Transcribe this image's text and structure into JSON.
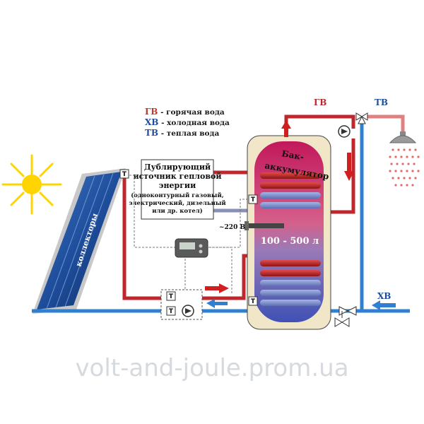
{
  "legend": {
    "hot_key": "ГВ",
    "hot_text": " - горячая вода",
    "cold_key": "ХВ",
    "cold_text": " - холодная вода",
    "warm_key": "ТВ",
    "warm_text": " - теплая вода"
  },
  "tank": {
    "title_line1": "Бак-",
    "title_line2": "аккумулятор",
    "volume": "100 - 500 л",
    "voltage": "~220 В"
  },
  "aux_source": {
    "line1": "Дублирующий",
    "line2": "источник гепловой",
    "line3": "энергии",
    "line4": "(одноконтурный газовый,",
    "line5": "электрический, дизельный",
    "line6": "или др. котел)"
  },
  "collector_label": "коллекторы",
  "sensor_letter": "T",
  "pipe_labels": {
    "hot": "ГВ",
    "warm": "ТВ",
    "cold": "ХВ"
  },
  "watermark": "volt-and-joule.prom.ua",
  "colors": {
    "hot_pipe": "#c0272d",
    "cold_pipe": "#2f80d0",
    "tank_fill": "#f1e6c8",
    "tank_inner_top": "#c2185b",
    "tank_inner_bottom": "#3f51b5",
    "collector": "#1f4e9c",
    "sun": "#ffd400"
  }
}
